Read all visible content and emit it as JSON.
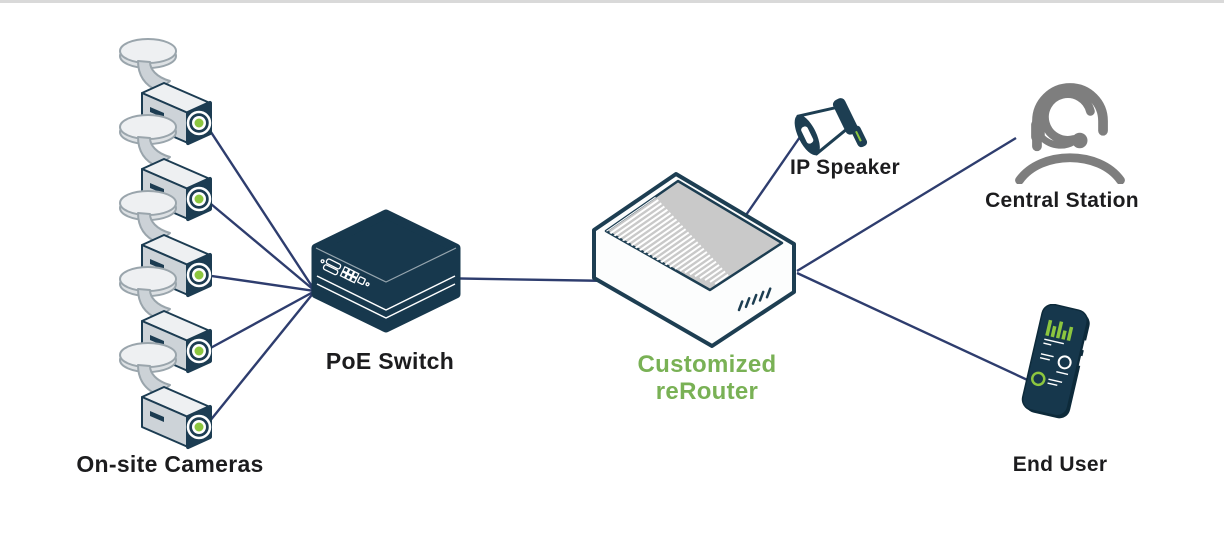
{
  "page": {
    "background": "#ffffff",
    "top_bar_color": "#d9d9d9"
  },
  "colors": {
    "connection_line": "#2e3d6e",
    "device_navy": "#17384d",
    "accent_green": "#8cc63f",
    "label_green": "#79b155",
    "icon_gray": "#7e7e7e",
    "label_dark": "#1c1c1e",
    "router_top_gray": "#c9c9c9"
  },
  "nodes": {
    "cameras": {
      "label": "On-site Cameras",
      "count": 5,
      "icon": "cctv-camera-icon"
    },
    "poe_switch": {
      "label": "PoE Switch",
      "icon": "network-switch-icon"
    },
    "rerouter": {
      "label": "Customized reRouter",
      "label_lines": [
        "Customized",
        "reRouter"
      ],
      "icon": "router-icon"
    },
    "ip_speaker": {
      "label": "IP Speaker",
      "icon": "megaphone-icon"
    },
    "central_station": {
      "label": "Central Station",
      "icon": "support-agent-icon"
    },
    "end_user": {
      "label": "End User",
      "icon": "smartphone-icon"
    }
  },
  "connections": [
    {
      "from": "camera-1",
      "to": "poe-switch"
    },
    {
      "from": "camera-2",
      "to": "poe-switch"
    },
    {
      "from": "camera-3",
      "to": "poe-switch"
    },
    {
      "from": "camera-4",
      "to": "poe-switch"
    },
    {
      "from": "camera-5",
      "to": "poe-switch"
    },
    {
      "from": "poe-switch",
      "to": "rerouter"
    },
    {
      "from": "rerouter",
      "to": "ip-speaker"
    },
    {
      "from": "rerouter",
      "to": "central-station"
    },
    {
      "from": "rerouter",
      "to": "end-user"
    }
  ]
}
